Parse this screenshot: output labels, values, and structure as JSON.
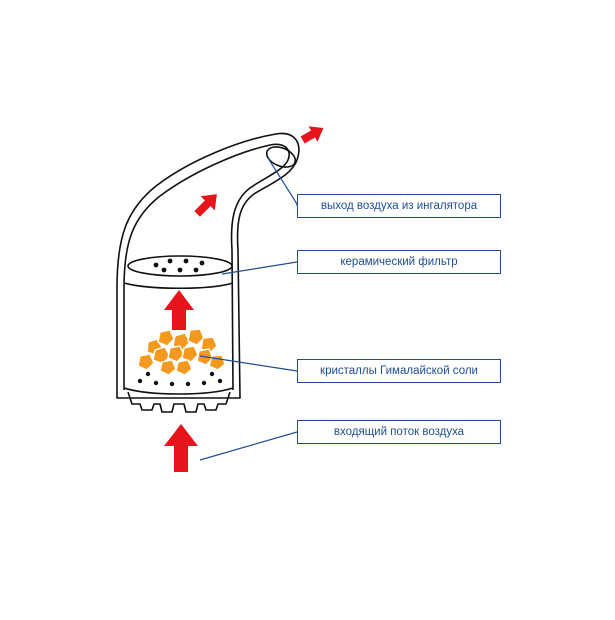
{
  "colors": {
    "outline": "#111111",
    "callout": "#1f4e96",
    "arrow": "#e8141b",
    "crystal": "#f39a1e",
    "background": "#ffffff"
  },
  "labels": {
    "air_outlet": "выход воздуха из ингалятора",
    "ceramic_filter": "керамический фильтр",
    "salt_crystals": "кристаллы Гималайской соли",
    "air_inflow": "входящий поток воздуха"
  },
  "icons": {
    "flow_arrow": "arrow-up",
    "crystal": "hexagon"
  }
}
